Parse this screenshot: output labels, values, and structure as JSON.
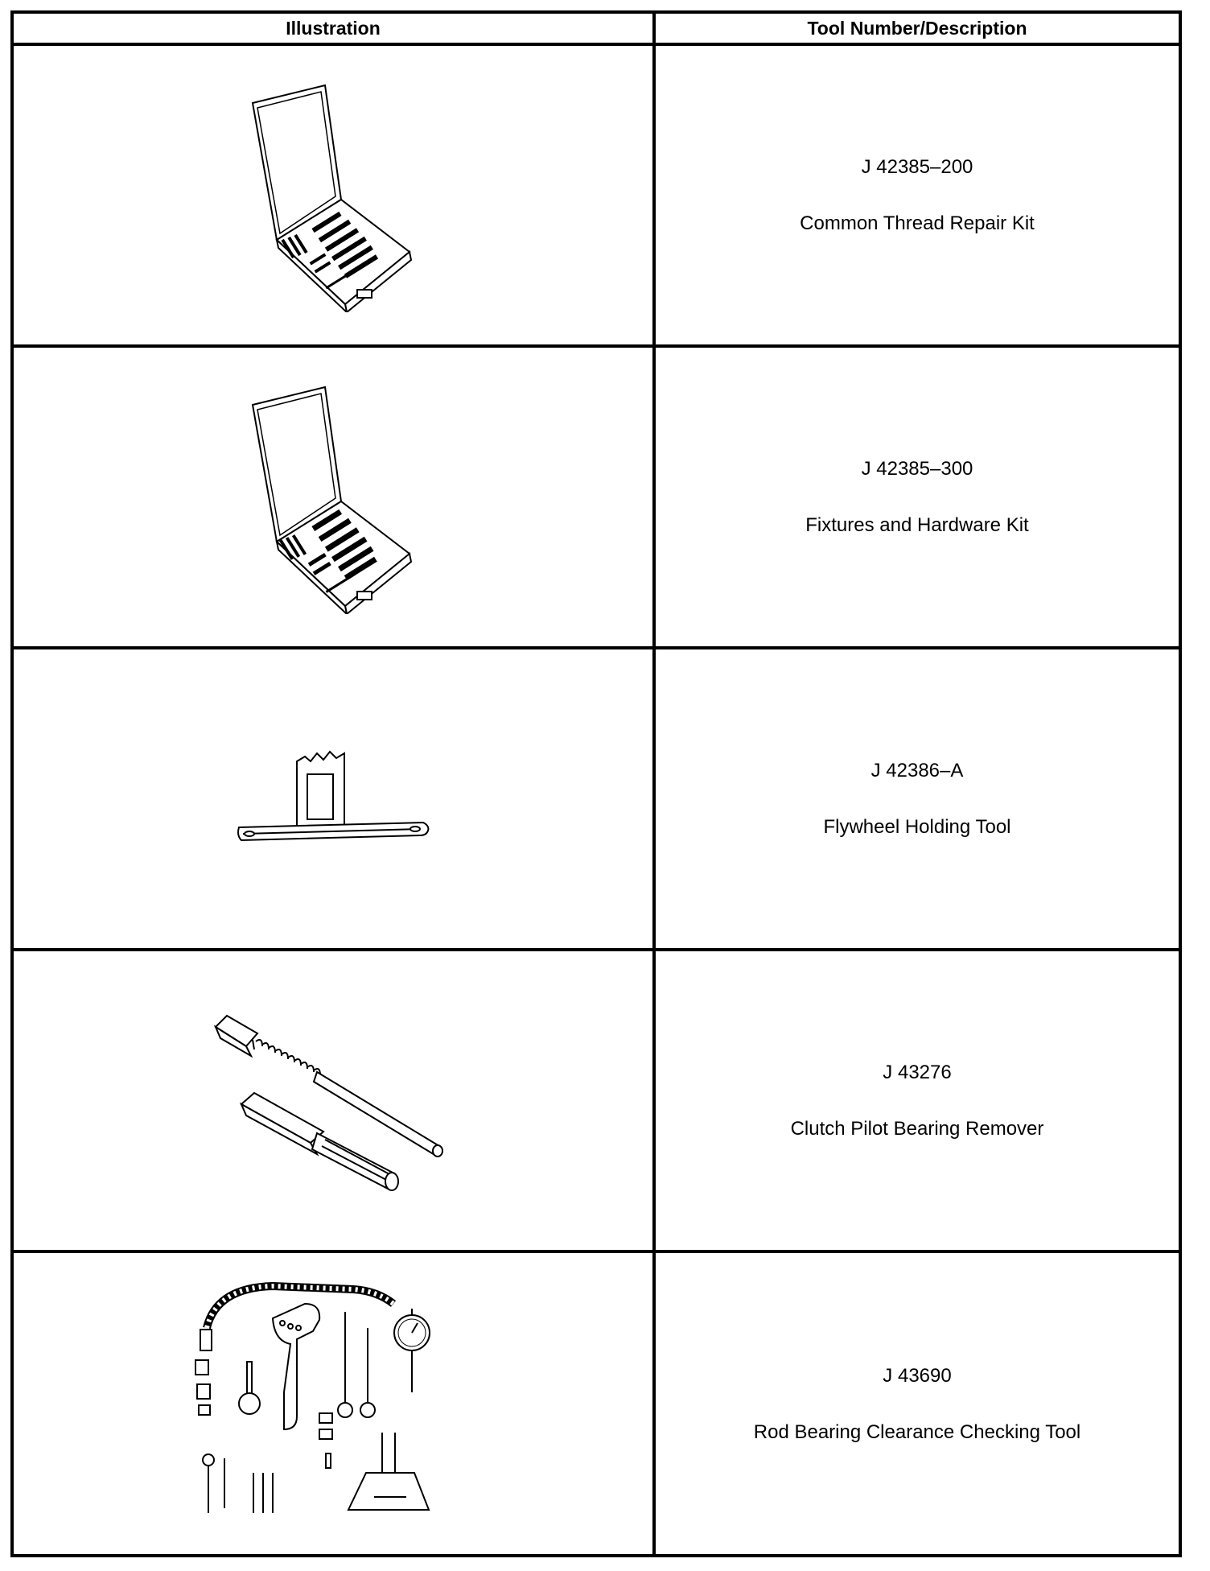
{
  "table": {
    "headers": {
      "illustration": "Illustration",
      "tool": "Tool Number/Description"
    },
    "rows": [
      {
        "number": "J 42385–200",
        "description": "Common Thread Repair Kit",
        "icon": "thread-repair-kit-case-icon"
      },
      {
        "number": "J 42385–300",
        "description": "Fixtures and Hardware Kit",
        "icon": "fixtures-hardware-kit-case-icon"
      },
      {
        "number": "J 42386–A",
        "description": "Flywheel Holding Tool",
        "icon": "flywheel-holding-tool-icon"
      },
      {
        "number": "J 43276",
        "description": "Clutch Pilot Bearing Remover",
        "icon": "pilot-bearing-remover-icon"
      },
      {
        "number": "J 43690",
        "description": "Rod Bearing Clearance Checking Tool",
        "icon": "rod-bearing-checking-tool-icon"
      }
    ]
  }
}
